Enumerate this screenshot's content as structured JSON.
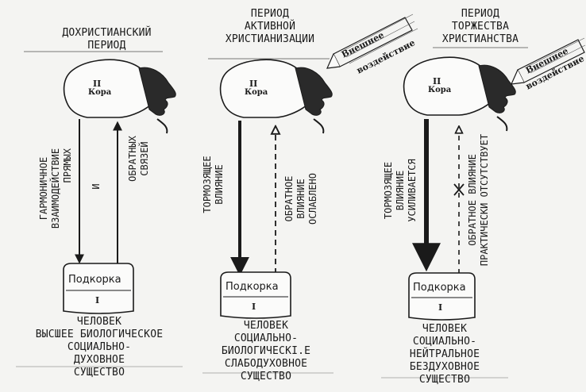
{
  "panels": [
    {
      "title_lines": [
        "ДОХРИСТИАНСКИЙ",
        "ПЕРИОД"
      ],
      "brain_level": "II",
      "brain_label": "Кора",
      "left_vertical_lines": [
        "ГАРМОНИЧНОЕ",
        "ВЗАИМОДЕЙСТВИЕ",
        "ПРЯМЫХ"
      ],
      "middle_vertical": "И",
      "right_vertical_lines": [
        "ОБРАТНЫХ",
        "СВЯЗЕЙ"
      ],
      "sub_label": "Подкорка",
      "sub_level": "I",
      "bottom_lines": [
        "ЧЕЛОВЕК",
        "ВЫСШЕЕ БИОЛОГИЧЕСКОЕ",
        "СОЦИАЛЬНО-",
        "ДУХОВНОЕ",
        "СУЩЕСТВО"
      ]
    },
    {
      "title_lines": [
        "ПЕРИОД",
        "АКТИВНОЙ",
        "ХРИСТИАНИЗАЦИИ"
      ],
      "external_lines": [
        "Внешнее",
        "воздействие"
      ],
      "brain_level": "II",
      "brain_label": "Кора",
      "left_vertical_lines": [
        "ТОРМОЗЯЩЕЕ",
        "ВЛИЯНИЕ"
      ],
      "right_vertical_lines": [
        "ОБРАТНОЕ",
        "ВЛИЯНИЕ",
        "ОСЛАБЛЕНО"
      ],
      "sub_label": "Подкорка",
      "sub_level": "I",
      "bottom_lines": [
        "ЧЕЛОВЕК",
        "СОЦИАЛЬНО-",
        "БИОЛОГИЧЕСКI.Е",
        "СЛАБОДУХОВНОЕ",
        "СУЩЕСТВО"
      ]
    },
    {
      "title_lines": [
        "ПЕРИОД",
        "ТОРЖЕСТВА",
        "ХРИСТИАНСТВА"
      ],
      "external_lines": [
        "Внешнее",
        "воздействие"
      ],
      "brain_level": "II",
      "brain_label": "Кора",
      "left_vertical_lines": [
        "ТОРМОЗЯЩЕЕ",
        "ВЛИЯНИЕ",
        "УСИЛИВАЕТСЯ"
      ],
      "right_vertical_lines": [
        "ОБРАТНОЕ ВЛИЯНИЕ",
        "ПРАКТИЧЕСКИ ОТСУТСТВУЕТ"
      ],
      "sub_label": "Подкорка",
      "sub_level": "I",
      "bottom_lines": [
        "ЧЕЛОВЕК",
        "СОЦИАЛЬНО-",
        "НЕЙТРАЛЬНОЕ",
        "БЕЗДУХОВНОЕ",
        "СУЩЕСТВО"
      ]
    }
  ]
}
